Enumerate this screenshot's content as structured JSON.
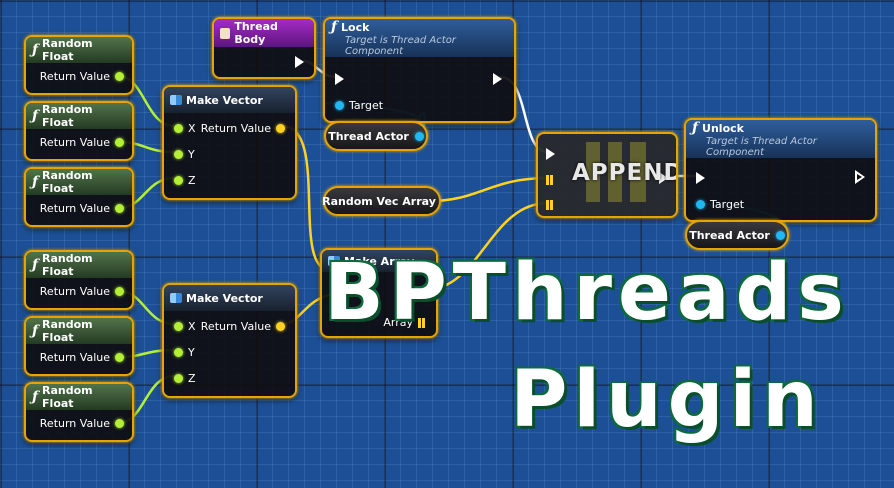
{
  "random_float": {
    "title": "Random Float",
    "return_value": "Return Value"
  },
  "make_vector": {
    "title": "Make Vector",
    "x": "X",
    "y": "Y",
    "z": "Z",
    "return_value": "Return Value"
  },
  "make_array": {
    "title": "Make Array",
    "pin": "Array"
  },
  "thread_body": {
    "title": "Thread Body"
  },
  "lock": {
    "title": "Lock",
    "subtitle": "Target is Thread Actor Component",
    "target": "Target"
  },
  "unlock": {
    "title": "Unlock",
    "subtitle": "Target is Thread Actor Component",
    "target": "Target"
  },
  "thread_actor": {
    "label": "Thread Actor"
  },
  "random_vec_array": {
    "label": "Random Vec Array"
  },
  "append": {
    "label": "APPEND"
  },
  "overlay": {
    "line1": "BPThreads",
    "line2": "Plugin"
  },
  "colors": {
    "graph_background": "#1c4f95",
    "selection_outline": "#e7a400",
    "float_pin": "#b4ef35",
    "vector_pin": "#ffd21f",
    "object_pin": "#21b7f2",
    "title_fill": "#ffffff",
    "title_outline": "#0d6a3c"
  }
}
